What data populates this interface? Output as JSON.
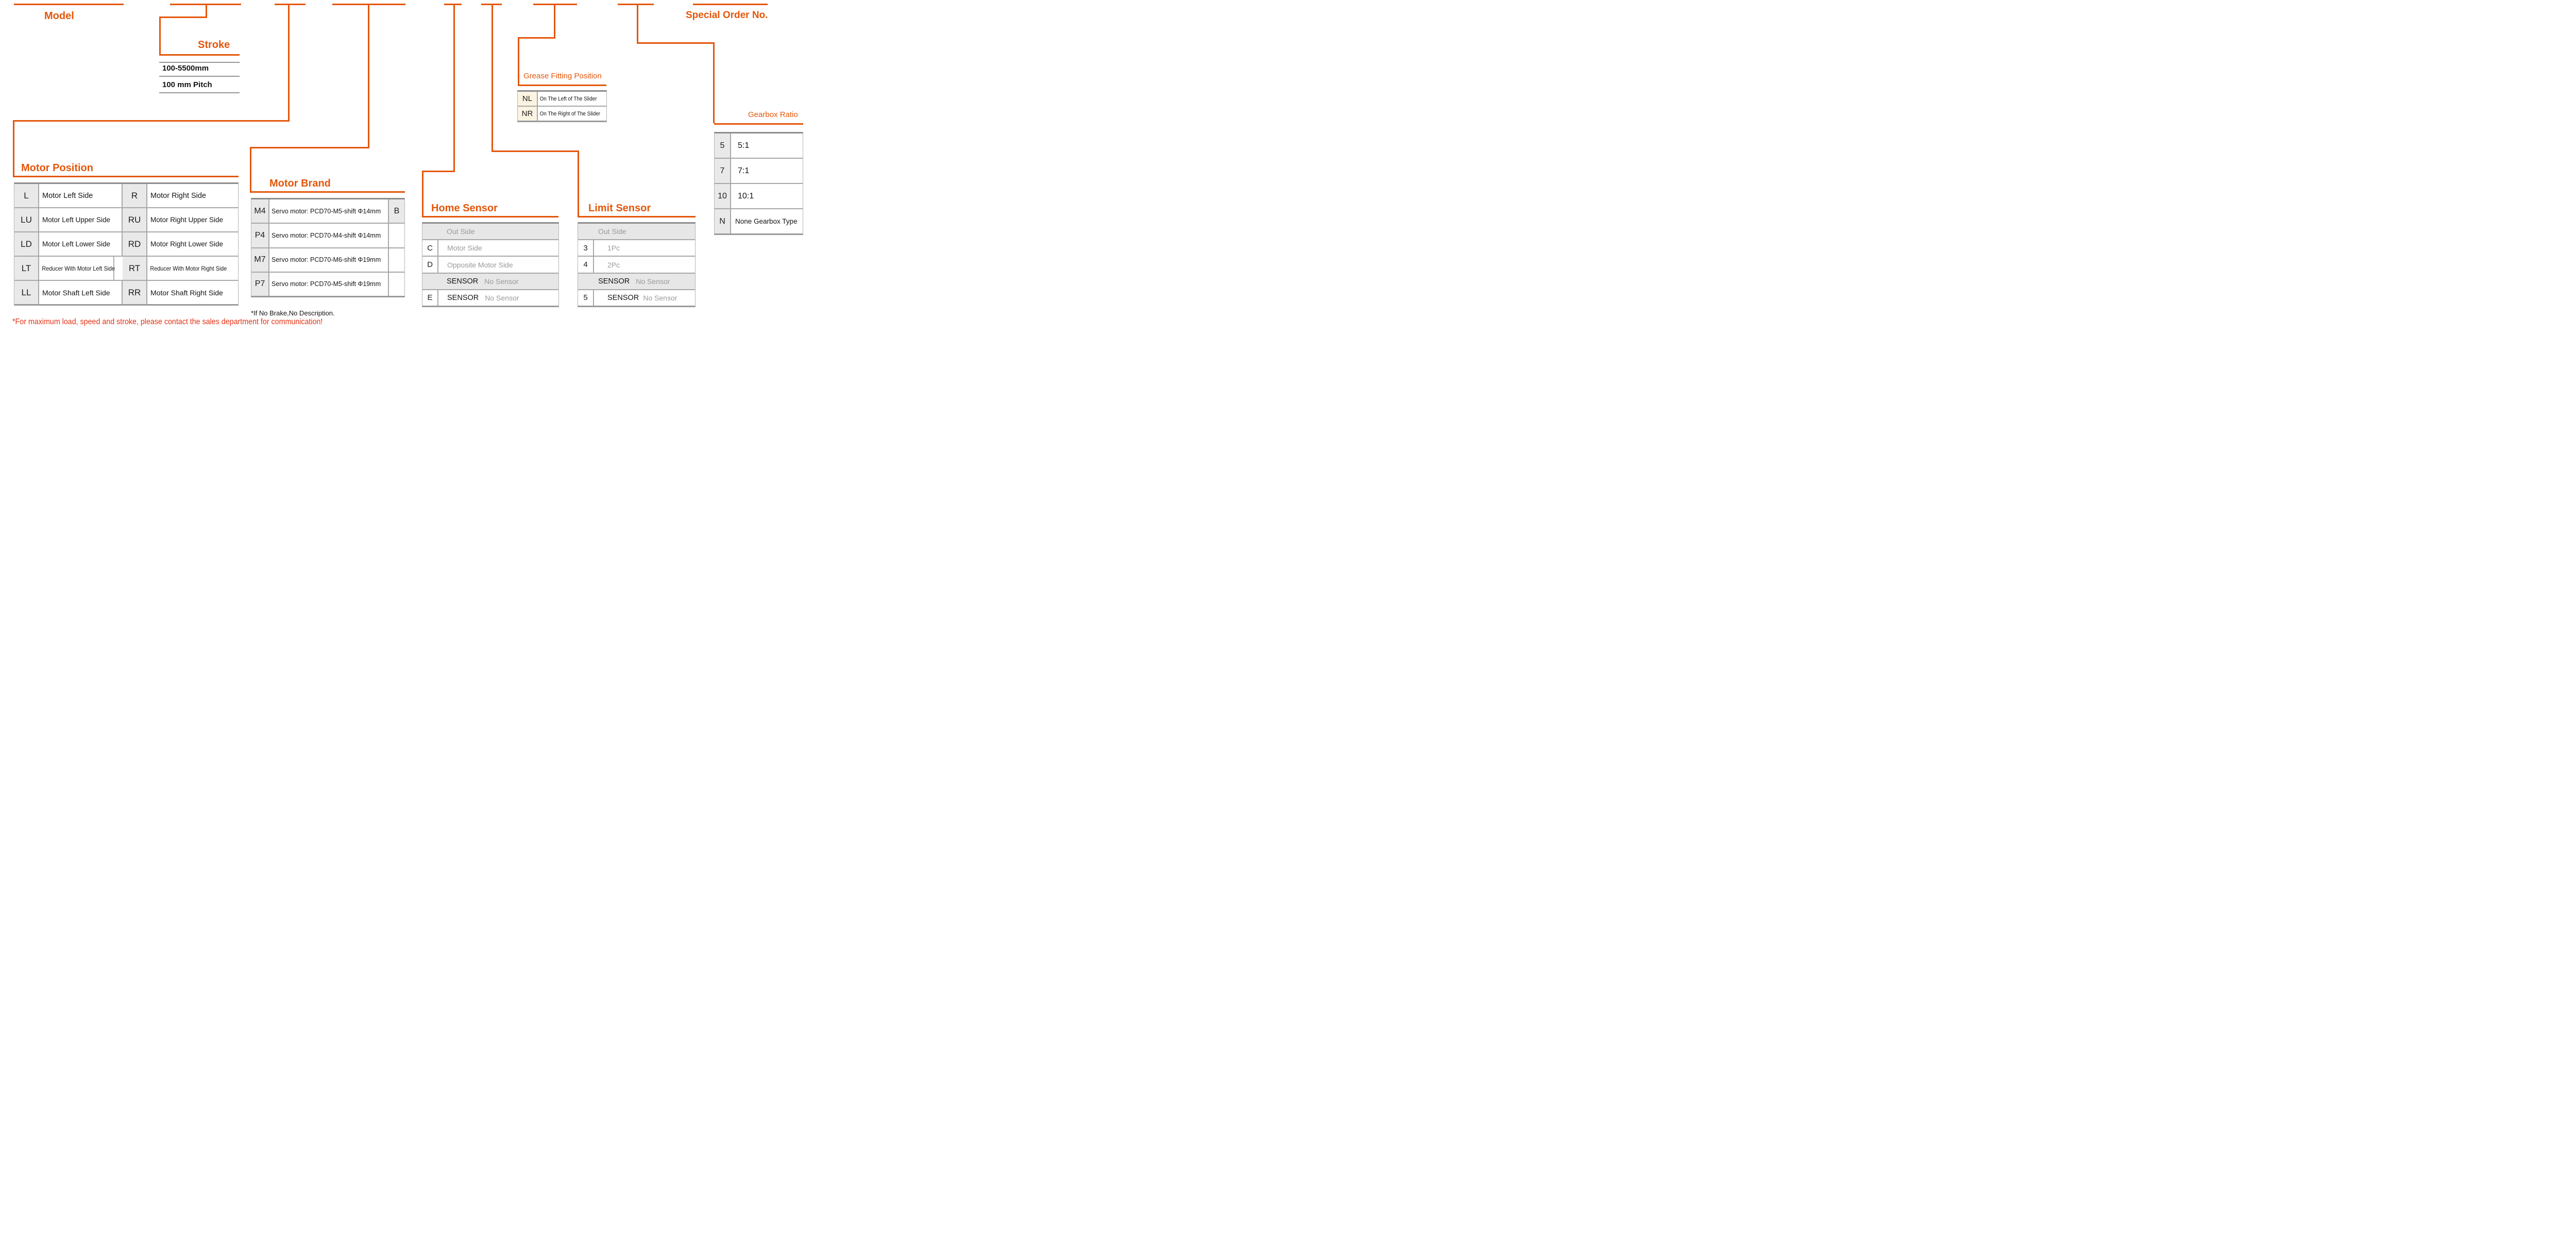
{
  "colors": {
    "accent_orange": "#E4560A",
    "note_red": "#E23317",
    "gray_text": "#9a9a9a",
    "divider_gray": "#969696",
    "cell_gray_bg": "#E9E9E9",
    "cell_cream_bg": "#FBF4E2",
    "border_gray": "#8d8d8d"
  },
  "model": {
    "label": "Model"
  },
  "stroke": {
    "label": "Stroke",
    "range": "100-5500mm",
    "pitch": "100 mm Pitch"
  },
  "motor_position": {
    "label": "Motor Position",
    "rows": [
      {
        "code_l": "L",
        "desc_l": "Motor Left Side",
        "code_r": "R",
        "desc_r": "Motor Right Side"
      },
      {
        "code_l": "LU",
        "desc_l": "Motor Left Upper Side",
        "code_r": "RU",
        "desc_r": "Motor Right Upper Side"
      },
      {
        "code_l": "LD",
        "desc_l": "Motor Left Lower Side",
        "code_r": "RD",
        "desc_r": "Motor Right Lower Side"
      },
      {
        "code_l": "LT",
        "desc_l": "Reducer With Motor Left Side",
        "code_r": "RT",
        "desc_r": "Reducer With Motor Right Side"
      },
      {
        "code_l": "LL",
        "desc_l": "Motor Shaft Left Side",
        "code_r": "RR",
        "desc_r": "Motor Shaft Right Side"
      }
    ]
  },
  "motor_brand": {
    "label": "Motor Brand",
    "brake_code": "B",
    "note": "*If No Brake,No Description.",
    "rows": [
      {
        "code": "M4",
        "desc": "Servo motor: PCD70-M5-shift Φ14mm"
      },
      {
        "code": "P4",
        "desc": "Servo motor: PCD70-M4-shift Φ14mm"
      },
      {
        "code": "M7",
        "desc": "Servo motor: PCD70-M6-shift Φ19mm"
      },
      {
        "code": "P7",
        "desc": "Servo motor: PCD70-M5-shift Φ19mm"
      }
    ]
  },
  "home_sensor": {
    "label": "Home Sensor",
    "out_side": "Out Side",
    "rows": [
      {
        "code": "C",
        "desc": "Motor Side"
      },
      {
        "code": "D",
        "desc": "Opposite Motor Side"
      }
    ],
    "sensor_word": "SENSOR",
    "no_sensor": "No Sensor",
    "code_e": "E"
  },
  "limit_sensor": {
    "label": "Limit Sensor",
    "out_side": "Out Side",
    "rows": [
      {
        "code": "3",
        "desc": "1Pc"
      },
      {
        "code": "4",
        "desc": "2Pc"
      }
    ],
    "sensor_word": "SENSOR",
    "no_sensor": "No Sensor",
    "code_5": "5"
  },
  "grease": {
    "label": "Grease Fitting Position",
    "rows": [
      {
        "code": "NL",
        "desc": "On The Left of The Slider"
      },
      {
        "code": "NR",
        "desc": "On The Right of The Slider"
      }
    ]
  },
  "gearbox": {
    "label": "Gearbox Ratio",
    "rows": [
      {
        "code": "5",
        "desc": "5:1"
      },
      {
        "code": "7",
        "desc": "7:1"
      },
      {
        "code": "10",
        "desc": "10:1"
      },
      {
        "code": "N",
        "desc": "None Gearbox Type"
      }
    ]
  },
  "special_order": {
    "label": "Special Order No."
  },
  "footnote": "*For maximum load, speed and stroke, please contact the sales department for communication!"
}
